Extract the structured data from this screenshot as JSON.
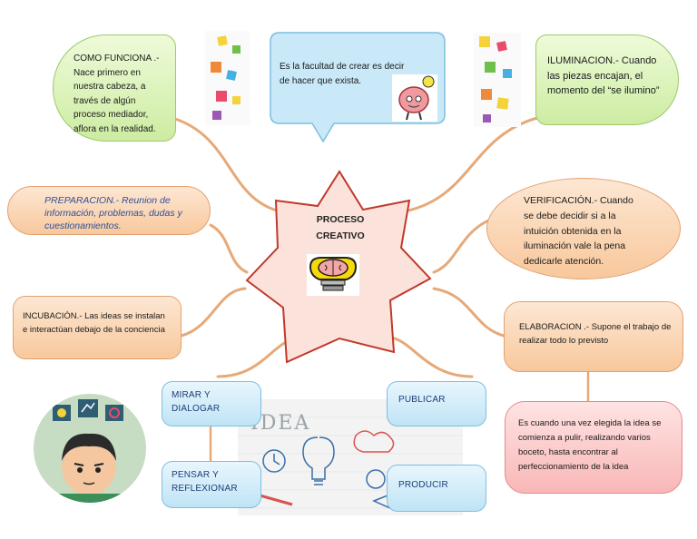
{
  "center": {
    "title_line1": "PROCESO",
    "title_line2": "CREATIVO"
  },
  "nodes": {
    "como_funciona": "COMO FUNCIONA .- Nace primero en nuestra cabeza, a través de algún proceso mediador, aflora en la realidad.",
    "definition": "Es la facultad de crear es decir de hacer que exista.",
    "iluminacion": "ILUMINACION.-  Cuando las piezas encajan, el momento del “se ilumino”",
    "preparacion": "PREPARACION.-  Reunion de información, problemas, dudas y cuestionamientos.",
    "verificacion": "VERIFICACIÓN.- Cuando se debe decidir si a la intuición obtenida en la iluminación vale la pena dedicarle atención.",
    "incubacion": "INCUBACIÓN.- Las ideas se instalan e interactúan debajo de la conciencia",
    "elaboracion": "ELABORACION .- Supone el trabajo de realizar todo lo previsto",
    "elaboracion_detail": "Es cuando una vez elegida la idea se comienza a pulir, realizando varios boceto, hasta encontrar al perfeccionamiento de la idea"
  },
  "actions": {
    "mirar": "MIRAR Y DIALOGAR",
    "pensar": "PENSAR Y REFLEXIONAR",
    "publicar": "PUBLICAR",
    "producir": "PRODUCIR"
  },
  "illustration": {
    "idea_word": "IDEA"
  },
  "colors": {
    "connector": "#e6a978",
    "star_fill": "#fbe3dc",
    "star_stroke": "#c0392b"
  }
}
